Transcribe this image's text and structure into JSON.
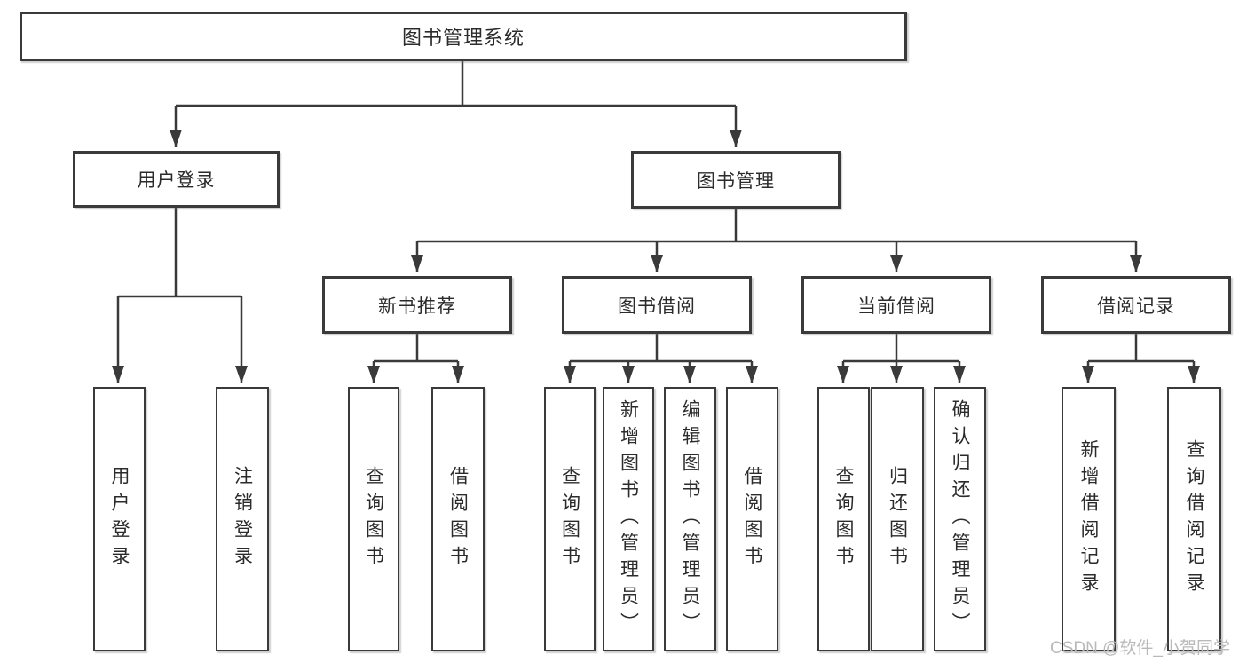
{
  "diagram": {
    "root": {
      "label": "图书管理系统"
    },
    "branches": [
      {
        "label": "用户登录",
        "children": [
          {
            "label": "用户登录"
          },
          {
            "label": "注销登录"
          }
        ]
      },
      {
        "label": "图书管理",
        "children": [
          {
            "label": "新书推荐",
            "children": [
              {
                "label": "查询图书"
              },
              {
                "label": "借阅图书"
              }
            ]
          },
          {
            "label": "图书借阅",
            "children": [
              {
                "label": "查询图书"
              },
              {
                "label": "新增图书（管理员）"
              },
              {
                "label": "编辑图书（管理员）"
              },
              {
                "label": "借阅图书"
              }
            ]
          },
          {
            "label": "当前借阅",
            "children": [
              {
                "label": "查询图书"
              },
              {
                "label": "归还图书"
              },
              {
                "label": "确认归还（管理员）"
              }
            ]
          },
          {
            "label": "借阅记录",
            "children": [
              {
                "label": "新增借阅记录"
              },
              {
                "label": "查询借阅记录"
              }
            ]
          }
        ]
      }
    ]
  },
  "watermark": {
    "text": "CSDN @软件_小贺同学"
  },
  "colors": {
    "line": "#3a3a3a",
    "box_border": "#3a3a3a",
    "text": "#2b2b2b",
    "watermark": "#b9b9b9",
    "background": "#ffffff"
  }
}
